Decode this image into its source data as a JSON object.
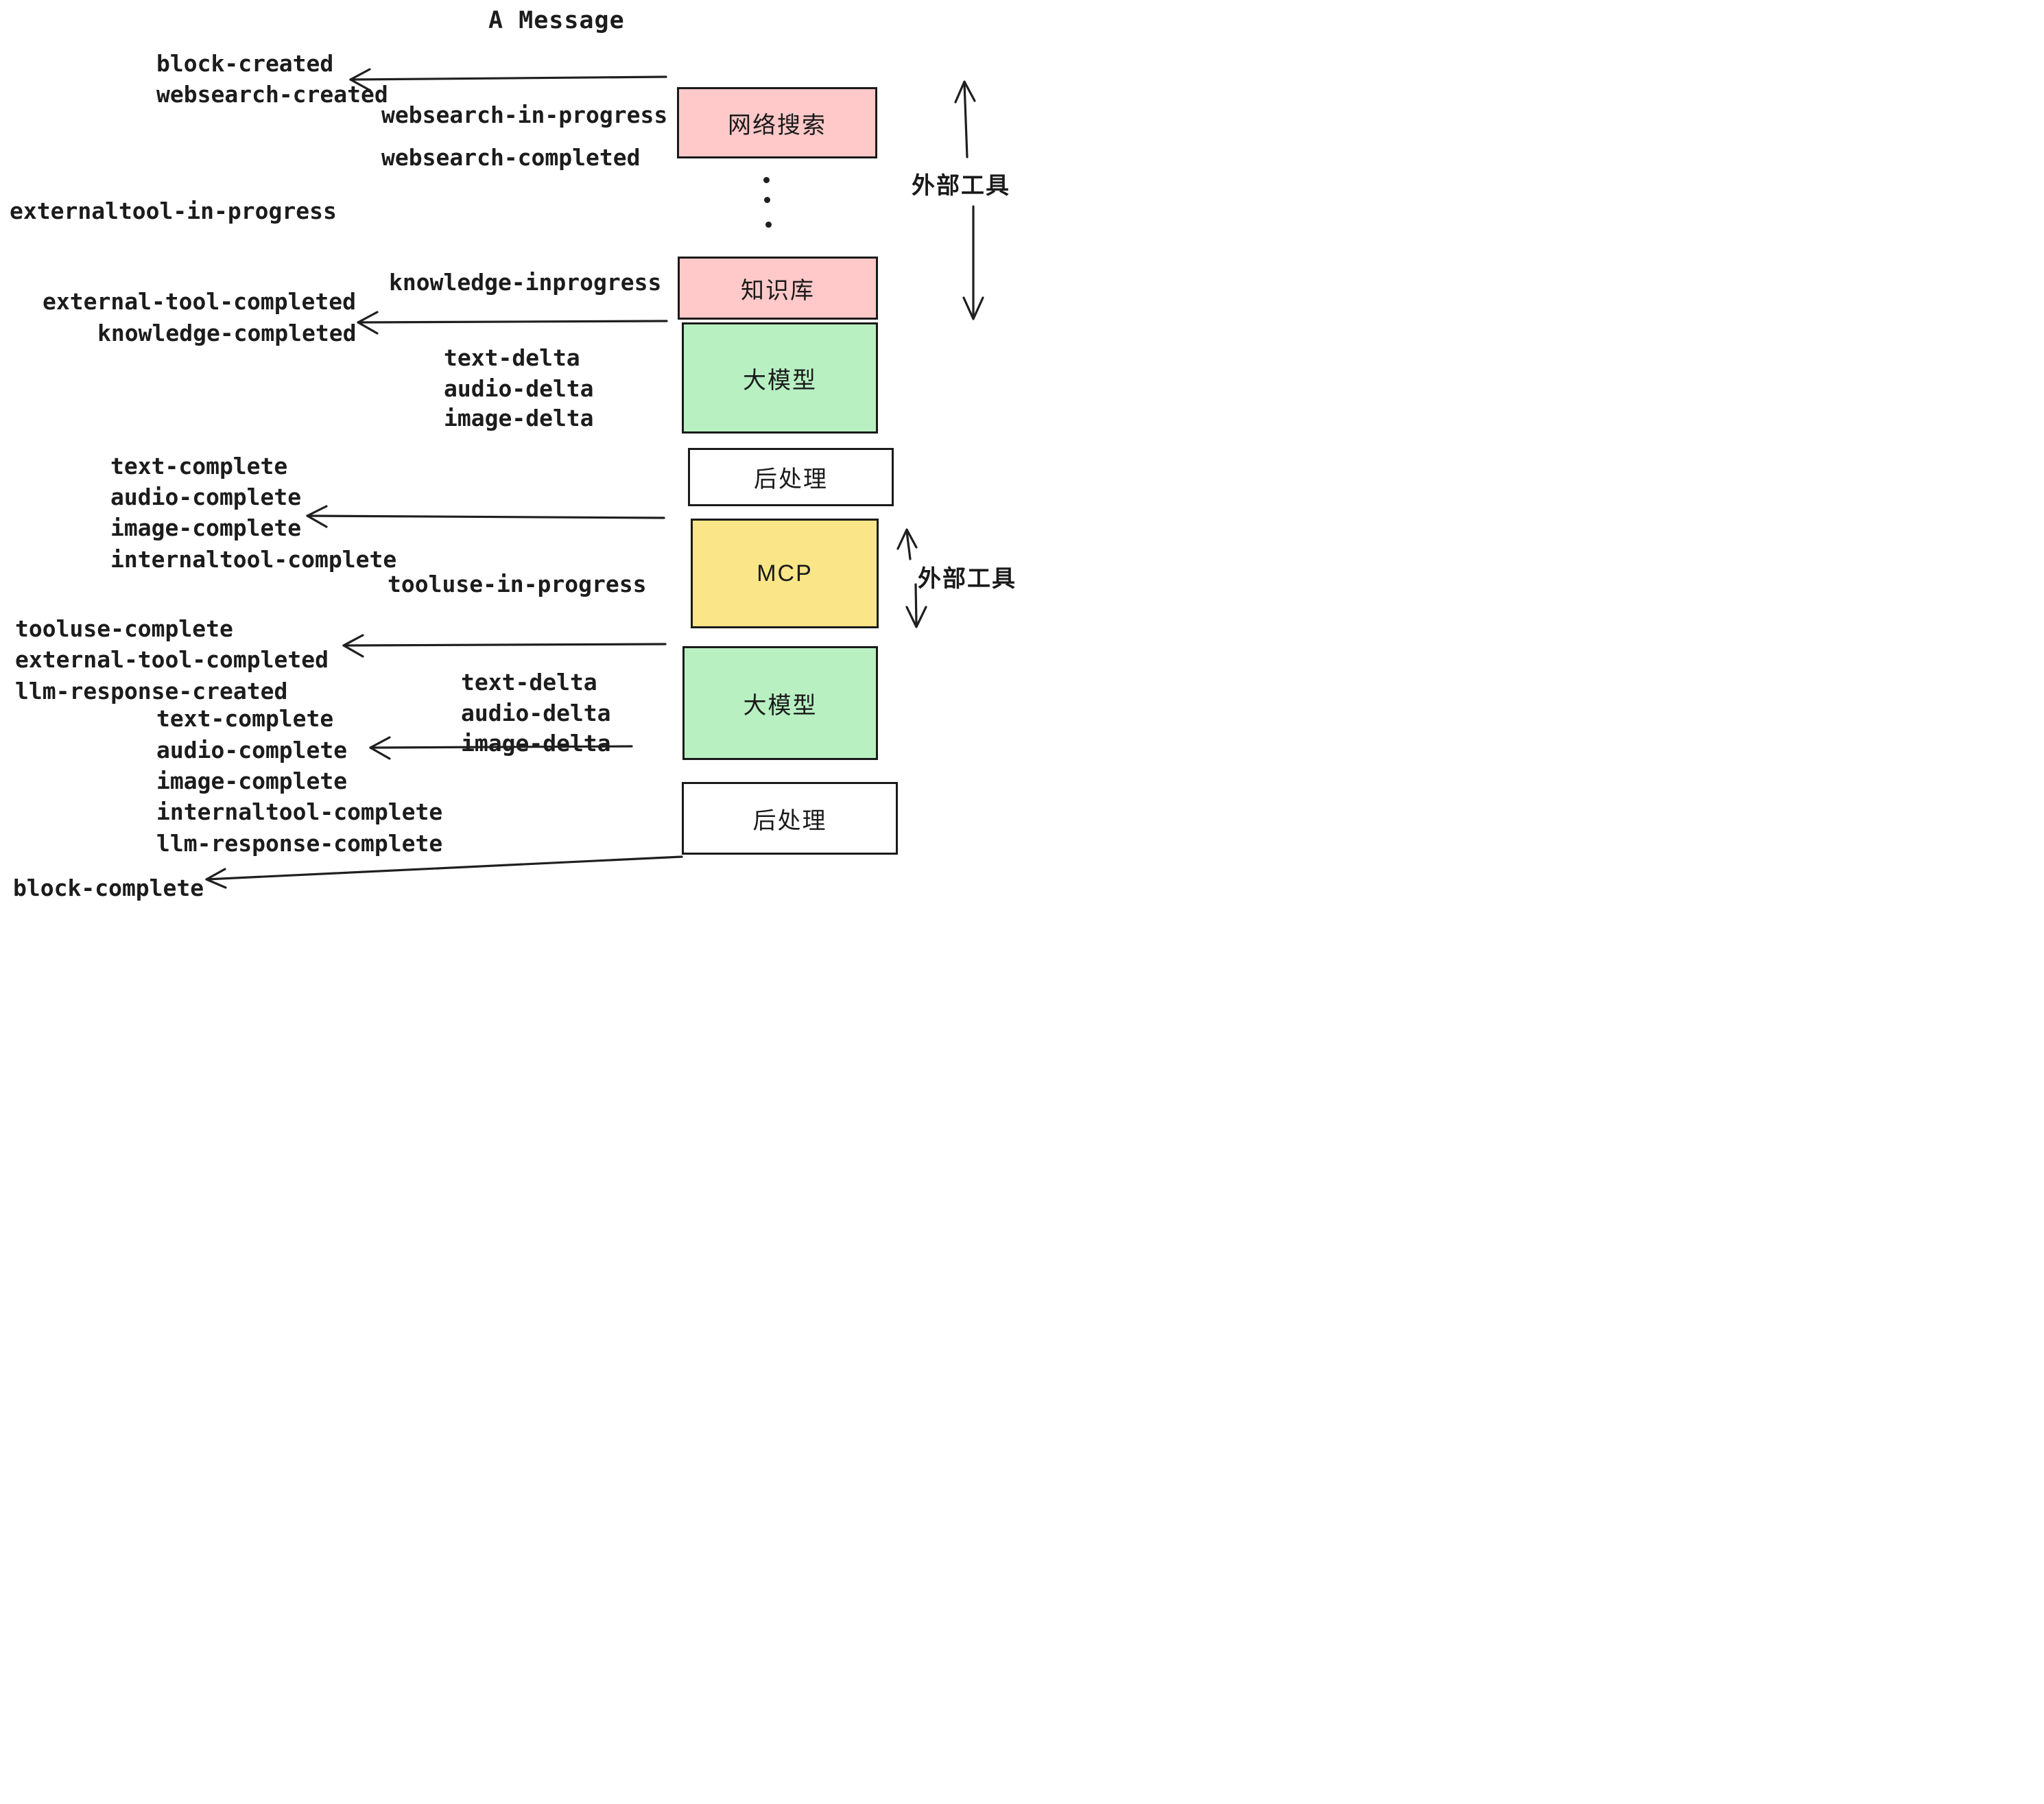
{
  "title": "A Message",
  "colors": {
    "background": "#ffffff",
    "ink": "#1f1f1f",
    "box_pink": "#ffc9c9",
    "box_green": "#b8f0c2",
    "box_yellow": "#fae588",
    "box_white": "#ffffff"
  },
  "events": [
    {
      "text": "block-created"
    },
    {
      "text": "websearch-created"
    },
    {
      "text": "websearch-in-progress"
    },
    {
      "text": "websearch-completed"
    },
    {
      "text": "externaltool-in-progress"
    },
    {
      "text": "knowledge-inprogress"
    },
    {
      "text": "external-tool-completed"
    },
    {
      "text": "knowledge-completed"
    },
    {
      "text": "text-delta"
    },
    {
      "text": "audio-delta"
    },
    {
      "text": "image-delta"
    },
    {
      "text": "text-complete"
    },
    {
      "text": "audio-complete"
    },
    {
      "text": "image-complete"
    },
    {
      "text": "internaltool-complete"
    },
    {
      "text": "tooluse-in-progress"
    },
    {
      "text": "tooluse-complete"
    },
    {
      "text": "external-tool-completed"
    },
    {
      "text": "llm-response-created"
    },
    {
      "text": "text-delta"
    },
    {
      "text": "audio-delta"
    },
    {
      "text": "image-delta"
    },
    {
      "text": "text-complete"
    },
    {
      "text": "audio-complete"
    },
    {
      "text": "image-complete"
    },
    {
      "text": "internaltool-complete"
    },
    {
      "text": "llm-response-complete"
    },
    {
      "text": "block-complete"
    }
  ],
  "boxes": [
    {
      "label": "网络搜索",
      "color": "#ffc9c9"
    },
    {
      "label": "知识库",
      "color": "#ffc9c9"
    },
    {
      "label": "大模型",
      "color": "#b8f0c2"
    },
    {
      "label": "后处理",
      "color": "#ffffff"
    },
    {
      "label": "MCP",
      "color": "#fae588"
    },
    {
      "label": "大模型",
      "color": "#b8f0c2"
    },
    {
      "label": "后处理",
      "color": "#ffffff"
    }
  ],
  "side_labels": [
    {
      "text": "外部工具"
    },
    {
      "text": "外部工具"
    }
  ],
  "decorations": {
    "ellipsis_dots": 3
  }
}
